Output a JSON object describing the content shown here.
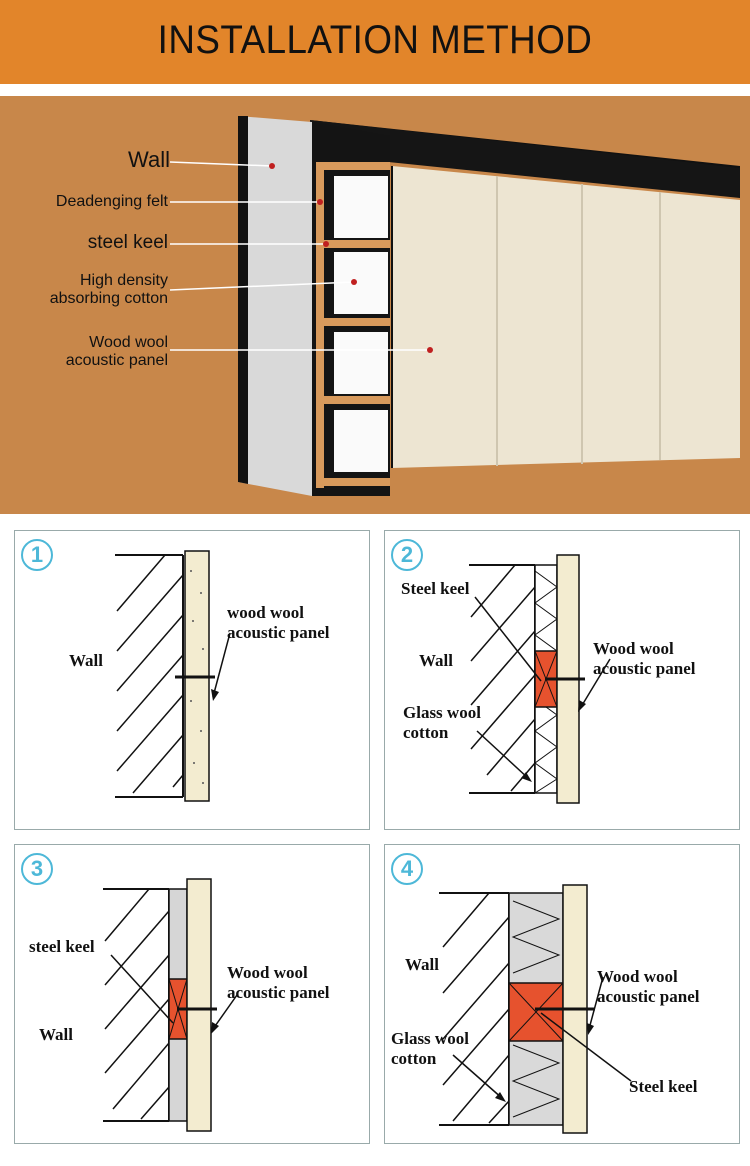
{
  "header": {
    "title": "INSTALLATION METHOD"
  },
  "hero": {
    "labels": {
      "wall": "Wall",
      "felt": "Deadenging felt",
      "keel": "steel keel",
      "cotton_1": "High density",
      "cotton_2": "absorbing cotton",
      "panel_1": "Wood wool",
      "panel_2": "acoustic panel"
    },
    "colors": {
      "background": "#c8874a",
      "header": "#e2852a",
      "panel": "#efe8d8",
      "keel": "#d89a5c",
      "frame": "#111111"
    }
  },
  "methods": [
    {
      "number": "1",
      "labels": {
        "panel_1": "wood wool",
        "panel_2": "acoustic panel",
        "wall": "Wall"
      }
    },
    {
      "number": "2",
      "labels": {
        "keel": "Steel keel",
        "wall": "Wall",
        "panel_1": "Wood wool",
        "panel_2": "acoustic panel",
        "glass_1": "Glass wool",
        "glass_2": "cotton"
      }
    },
    {
      "number": "3",
      "labels": {
        "keel": "steel keel",
        "wall": "Wall",
        "panel_1": "Wood wool",
        "panel_2": "acoustic panel"
      }
    },
    {
      "number": "4",
      "labels": {
        "wall": "Wall",
        "panel_1": "Wood wool",
        "panel_2": "acoustic panel",
        "glass_1": "Glass wool",
        "glass_2": "cotton",
        "keel": "Steel keel"
      }
    }
  ]
}
